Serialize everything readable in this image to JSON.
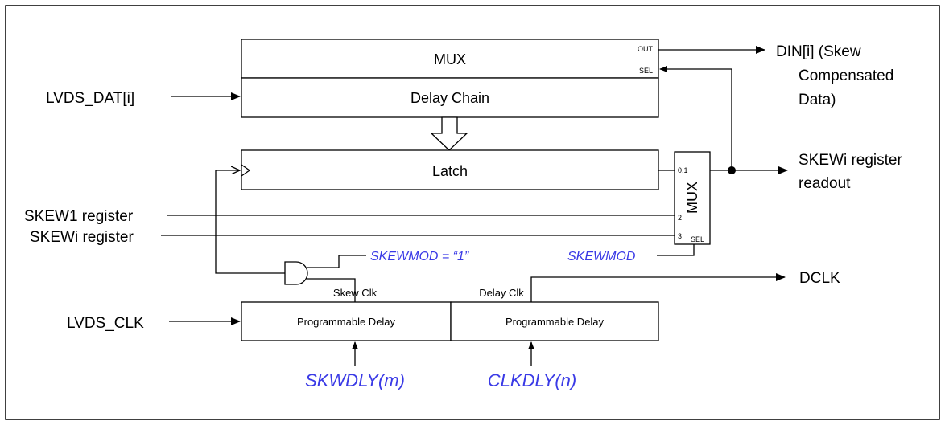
{
  "blocks": {
    "mux_top": "MUX",
    "delay_chain": "Delay Chain",
    "latch": "Latch",
    "mux_right": "MUX",
    "prog_delay_left": "Programmable Delay",
    "prog_delay_right": "Programmable Delay"
  },
  "ports": {
    "out": "OUT",
    "sel_top": "SEL",
    "in01": "0,1",
    "in2": "2",
    "in3": "3",
    "sel_right": "SEL"
  },
  "inputs": {
    "lvds_dat": "LVDS_DAT[i]",
    "skew1": "SKEW1 register",
    "skewi": "SKEWi register",
    "lvds_clk": "LVDS_CLK"
  },
  "outputs": {
    "din_line1": "DIN[i] (Skew",
    "din_line2": "Compensated",
    "din_line3": "Data)",
    "readout_line1": "SKEWi register",
    "readout_line2": "readout",
    "dclk": "DCLK"
  },
  "signals": {
    "skew_clk": "Skew Clk",
    "delay_clk": "Delay Clk",
    "skewmod_eq": "SKEWMOD = “1”",
    "skewmod": "SKEWMOD",
    "skwdly": "SKWDLY(m)",
    "clkdly": "CLKDLY(n)"
  },
  "colors": {
    "annotation": "#3a3ae6"
  }
}
